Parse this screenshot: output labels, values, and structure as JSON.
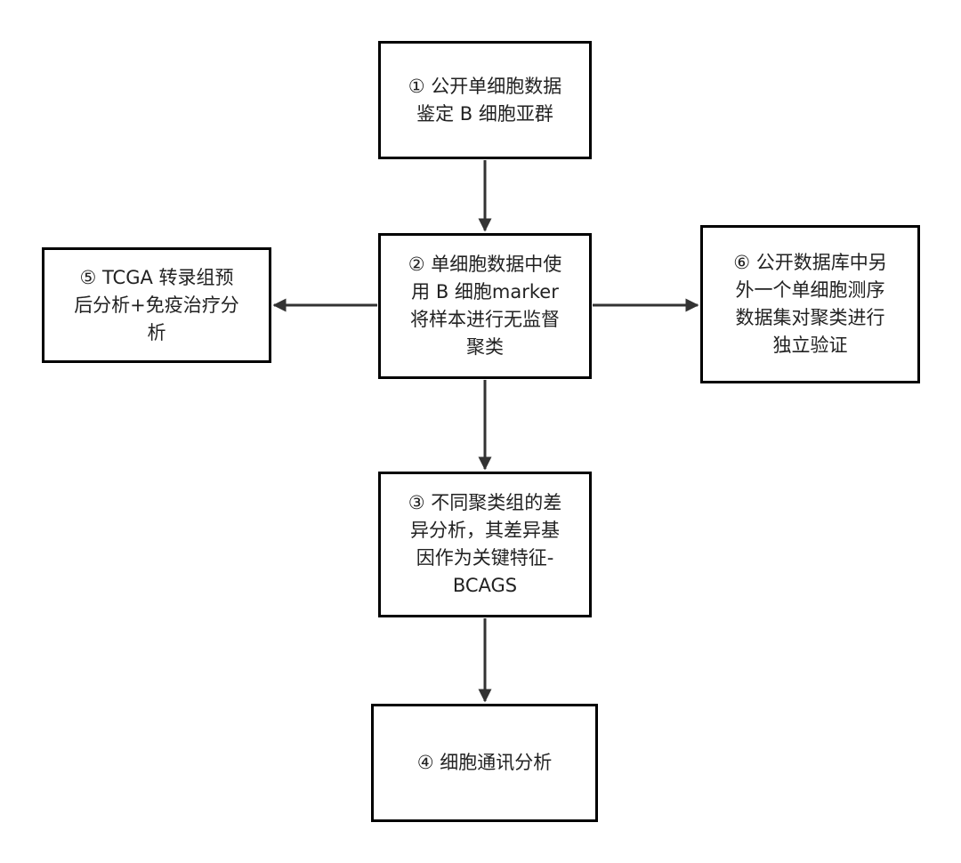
{
  "nodes": [
    {
      "id": "n1",
      "lines": [
        "① 公开单细胞数据",
        "鉴定 B 细胞亚群"
      ]
    },
    {
      "id": "n2",
      "lines": [
        "② 单细胞数据中使",
        "用 B 细胞marker",
        "将样本进行无监督",
        "聚类"
      ]
    },
    {
      "id": "n3",
      "lines": [
        "③ 不同聚类组的差",
        "异分析，其差异基",
        "因作为关键特征-",
        "BCAGS"
      ]
    },
    {
      "id": "n4",
      "lines": [
        "④ 细胞通讯分析"
      ]
    },
    {
      "id": "n5",
      "lines": [
        "⑤ TCGA 转录组预",
        "后分析+免疫治疗分",
        "析"
      ]
    },
    {
      "id": "n6",
      "lines": [
        "⑥ 公开数据库中另",
        "外一个单细胞测序",
        "数据集对聚类进行",
        "独立验证"
      ]
    }
  ],
  "edges": [
    {
      "from": "① 公开单细胞数据",
      "to": "② 单细胞数据中使"
    },
    {
      "from": "② 单细胞数据中使",
      "to": "③ 不同聚类组的差"
    },
    {
      "from": "③ 不同聚类组的差",
      "to": "④ 细胞通讯分析"
    },
    {
      "from": "② 单细胞数据中使",
      "to": "⑤ TCGA 转录组预"
    },
    {
      "from": "② 单细胞数据中使",
      "to": "⑥ 公开数据库中另"
    }
  ],
  "colors": {
    "stroke": "#000000",
    "edge": "#333333",
    "text": "#222222",
    "background": "#ffffff"
  }
}
